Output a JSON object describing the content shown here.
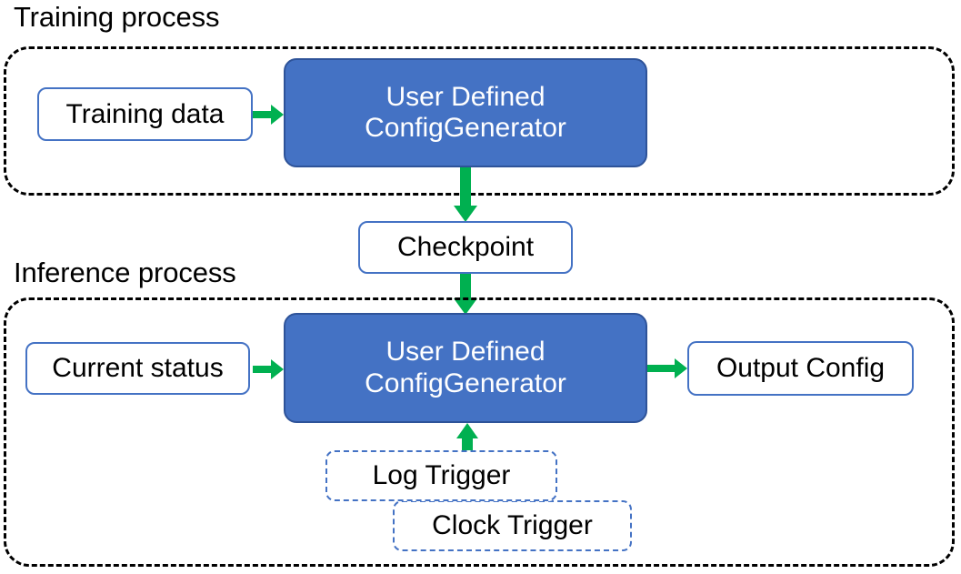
{
  "diagram": {
    "title_training": "Training process",
    "title_inference": "Inference process",
    "colors": {
      "process_fill": "#4472C4",
      "process_border": "#2E5399",
      "node_border": "#4472C4",
      "arrow": "#00B050",
      "group_border": "#000000",
      "text_dark": "#000000",
      "text_light": "#FFFFFF"
    }
  },
  "training": {
    "caption": "Training process",
    "input": {
      "label": "Training data"
    },
    "processor": {
      "line1": "User Defined",
      "line2": "ConfigGenerator"
    }
  },
  "bridge": {
    "checkpoint": {
      "label": "Checkpoint"
    }
  },
  "inference": {
    "caption": "Inference process",
    "input": {
      "label": "Current status"
    },
    "processor": {
      "line1": "User Defined",
      "line2": "ConfigGenerator"
    },
    "output": {
      "label": "Output Config"
    },
    "triggers": [
      {
        "label": "Log Trigger"
      },
      {
        "label": "Clock Trigger"
      }
    ]
  },
  "arrows": {
    "training_data_to_processor": "arrow-right",
    "processor_to_checkpoint": "arrow-down",
    "checkpoint_to_processor": "arrow-down",
    "current_status_to_processor": "arrow-right",
    "processor_to_output": "arrow-right",
    "trigger_to_processor": "arrow-up"
  }
}
